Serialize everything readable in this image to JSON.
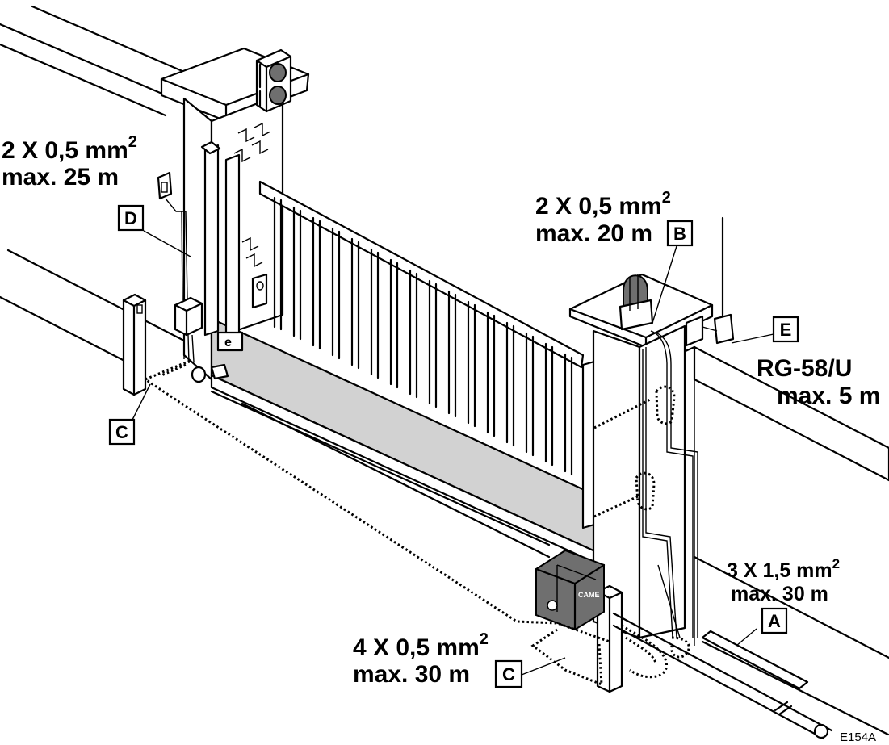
{
  "callouts": {
    "D": {
      "letter": "D",
      "line1_main": "2 X 0,5 mm",
      "line1_sup": "2",
      "line2": "max. 25 m"
    },
    "B": {
      "letter": "B",
      "line1_main": "2 X 0,5 mm",
      "line1_sup": "2",
      "line2": "max. 20 m"
    },
    "E": {
      "letter": "E",
      "line1": "RG-58/U",
      "line2": "max. 5 m"
    },
    "A": {
      "letter": "A",
      "line1_main": "3 X 1,5 mm",
      "line1_sup": "2",
      "line2": "max. 30 m"
    },
    "C_left": {
      "letter": "C"
    },
    "C_bottom": {
      "letter": "C",
      "line1_main": "4 X 0,5 mm",
      "line1_sup": "2",
      "line2": "max. 30 m"
    }
  },
  "figure_code": "E154A",
  "colors": {
    "line": "#000000",
    "gate_panel": "#d2d2d2",
    "motor": "#6f6f6f",
    "background": "#ffffff"
  }
}
